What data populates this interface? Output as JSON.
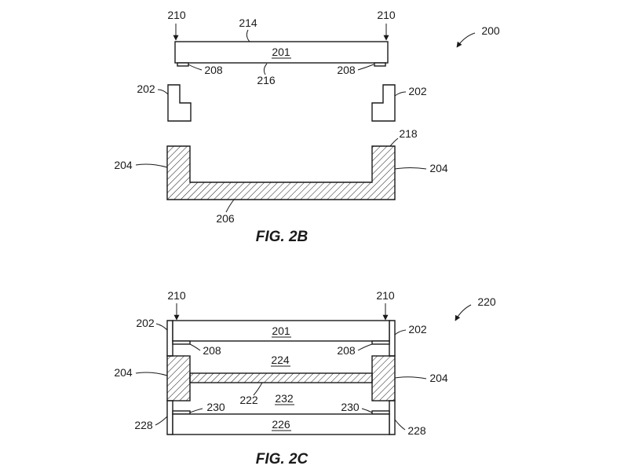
{
  "fig2b": {
    "caption": "FIG. 2B",
    "labels": {
      "ref_200": "200",
      "ref_201": "201",
      "ref_202_left": "202",
      "ref_202_right": "202",
      "ref_204_left": "204",
      "ref_204_right": "204",
      "ref_206": "206",
      "ref_208_left": "208",
      "ref_208_right": "208",
      "ref_210_left": "210",
      "ref_210_right": "210",
      "ref_214": "214",
      "ref_216": "216",
      "ref_218": "218"
    }
  },
  "fig2c": {
    "caption": "FIG. 2C",
    "labels": {
      "ref_220": "220",
      "ref_201": "201",
      "ref_202_left": "202",
      "ref_202_right": "202",
      "ref_204_left": "204",
      "ref_204_right": "204",
      "ref_208_left": "208",
      "ref_208_right": "208",
      "ref_210_left": "210",
      "ref_210_right": "210",
      "ref_222": "222",
      "ref_224": "224",
      "ref_226": "226",
      "ref_228_left": "228",
      "ref_228_right": "228",
      "ref_230_left": "230",
      "ref_230_right": "230",
      "ref_232": "232"
    }
  },
  "colors": {
    "line": "#1a1a1a",
    "background": "#ffffff"
  }
}
